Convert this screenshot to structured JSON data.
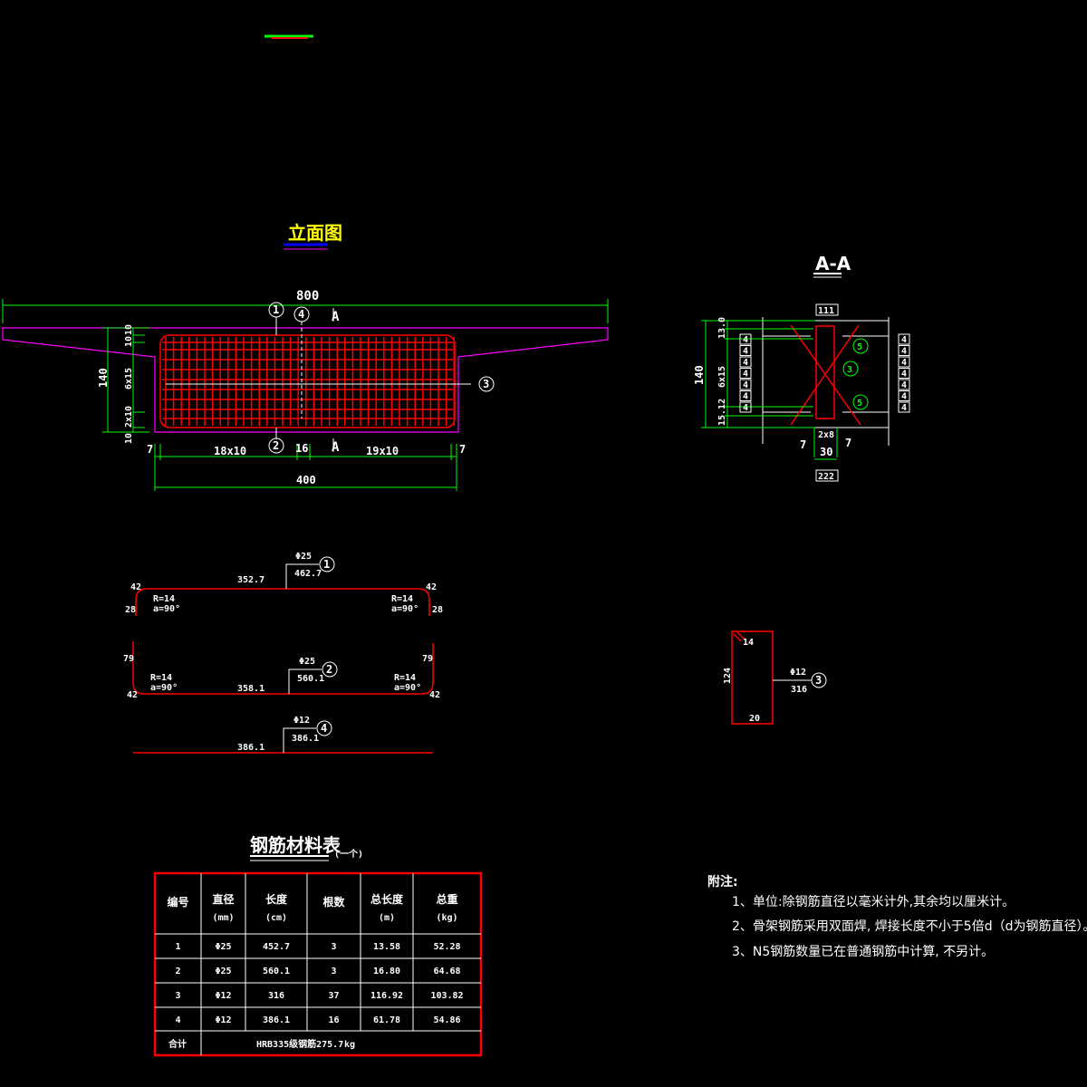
{
  "colors": {
    "background": "#000000",
    "rebar": "#ff0000",
    "dimension": "#00ff00",
    "outline": "#ff00ff",
    "text": "#ffffff",
    "title": "#ffff00"
  },
  "elevation": {
    "title": "立面图",
    "dims": {
      "total_width": "800",
      "base_width": "400",
      "left_spacing": "18x10",
      "mid": "16",
      "right_spacing": "19x10",
      "edge_left": "7",
      "edge_right": "7",
      "height": "140",
      "top1": "10",
      "top2": "10",
      "mid_spacing": "6x15",
      "bot_spacing": "2x10",
      "bot": "10"
    },
    "section_mark": "A",
    "callouts": [
      "1",
      "2",
      "3",
      "4"
    ]
  },
  "section_aa": {
    "title": "A-A",
    "top_label": "111",
    "bottom_label": "222",
    "height": "140",
    "top_dim": "13.0",
    "mid_dim": "6x15",
    "bot_dim": "15.12",
    "width_dim": "30",
    "inner_dim": "2x8",
    "left_edge": "7",
    "right_edge": "7",
    "left_marks": [
      "4",
      "4",
      "4",
      "4",
      "4",
      "4",
      "4"
    ],
    "right_marks": [
      "4",
      "4",
      "4",
      "4",
      "4",
      "4",
      "4"
    ],
    "callouts": [
      "5",
      "3",
      "5"
    ]
  },
  "bars": {
    "bar1": {
      "id": "1",
      "dia": "Φ25",
      "length": "462.7",
      "straight": "352.7",
      "radius": "R=14",
      "angle": "a=90°",
      "end": "28",
      "bend": "42"
    },
    "bar2": {
      "id": "2",
      "dia": "Φ25",
      "length": "560.1",
      "straight": "358.1",
      "radius": "R=14",
      "angle": "a=90°",
      "end": "79",
      "bend": "42"
    },
    "bar3": {
      "id": "3",
      "dia": "Φ12",
      "length": "316",
      "height": "124",
      "width": "20",
      "hook": "14"
    },
    "bar4": {
      "id": "4",
      "dia": "Φ12",
      "length": "386.1",
      "straight": "386.1"
    }
  },
  "table": {
    "title": "钢筋材料表",
    "subtitle": "(一个)",
    "headers": [
      [
        "编号",
        ""
      ],
      [
        "直径",
        "(mm)"
      ],
      [
        "长度",
        "(cm)"
      ],
      [
        "根数",
        ""
      ],
      [
        "总长度",
        "(m)"
      ],
      [
        "总重",
        "(kg)"
      ]
    ],
    "rows": [
      [
        "1",
        "Φ25",
        "452.7",
        "3",
        "13.58",
        "52.28"
      ],
      [
        "2",
        "Φ25",
        "560.1",
        "3",
        "16.80",
        "64.68"
      ],
      [
        "3",
        "Φ12",
        "316",
        "37",
        "116.92",
        "103.82"
      ],
      [
        "4",
        "Φ12",
        "386.1",
        "16",
        "61.78",
        "54.86"
      ]
    ],
    "total_label": "合计",
    "total_text": "HRB335级钢筋275.7",
    "total_unit": "kg"
  },
  "notes": {
    "heading": "附注:",
    "items": [
      "1、单位:除钢筋直径以毫米计外,其余均以厘米计。",
      "2、骨架钢筋采用双面焊, 焊接长度不小于5倍d（d为钢筋直径）。",
      "3、N5钢筋数量已在普通钢筋中计算, 不另计。"
    ]
  }
}
